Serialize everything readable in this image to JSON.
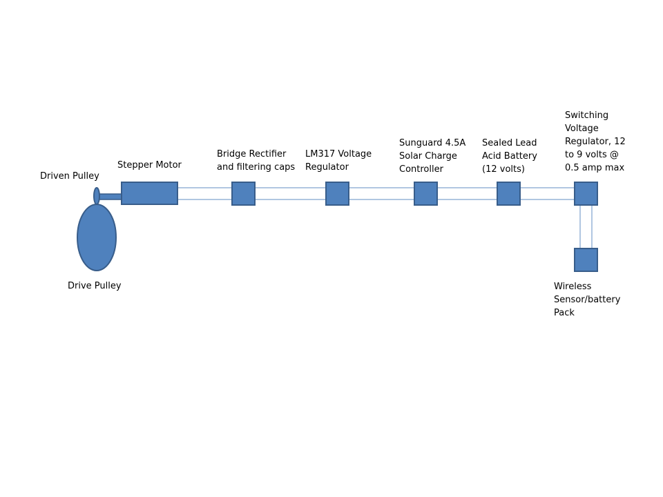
{
  "colors": {
    "fill": "#4f81bd",
    "stroke": "#385d8a",
    "wire": "#95b3d7",
    "text": "#000000"
  },
  "labels": {
    "driven_pulley": "Driven Pulley",
    "drive_pulley": "Drive Pulley",
    "stepper_motor": "Stepper Motor",
    "bridge_rectifier": "Bridge Rectifier\nand filtering caps",
    "lm317": "LM317 Voltage\nRegulator",
    "charge_controller": "Sunguard 4.5A\nSolar Charge\nController",
    "battery": "Sealed Lead\nAcid Battery\n(12 volts)",
    "switching_regulator": "Switching\nVoltage\nRegulator, 12\nto 9 volts @\n0.5 amp max",
    "wireless_sensor": "Wireless\nSensor/battery\nPack"
  }
}
